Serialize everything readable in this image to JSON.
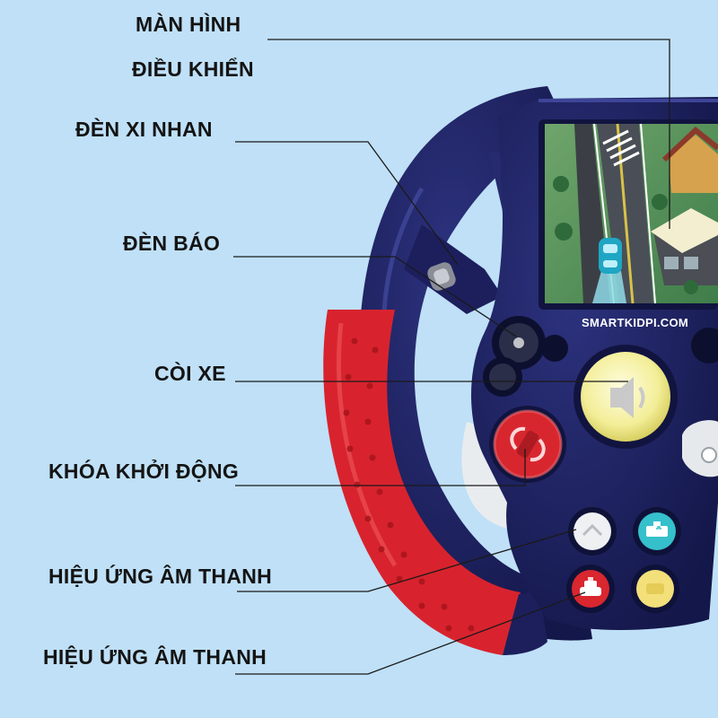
{
  "labels": {
    "screen_line1": "MÀN HÌNH",
    "screen_line2": "ĐIỀU KHIỂN",
    "turn_signal": "ĐÈN XI NHAN",
    "indicator": "ĐÈN BÁO",
    "horn": "CÒI XE",
    "ignition_lock": "KHÓA KHỞI ĐỘNG",
    "sound_effect_1": "HIỆU ỨNG ÂM THANH",
    "sound_effect_2": "HIỆU ỨNG ÂM THANH"
  },
  "watermark": "SMARTKIDPI.COM",
  "colors": {
    "background": "#bfe0f7",
    "wheel_navy": "#1c1f5c",
    "grip_red": "#d8232e",
    "horn_yellow": "#f6f2a2",
    "ignition_red": "#d8262f",
    "leader_line": "#1a1a1a"
  },
  "icons": [
    "speaker-icon",
    "ignition-key-icon",
    "police-car-icon",
    "ambulance-icon"
  ]
}
